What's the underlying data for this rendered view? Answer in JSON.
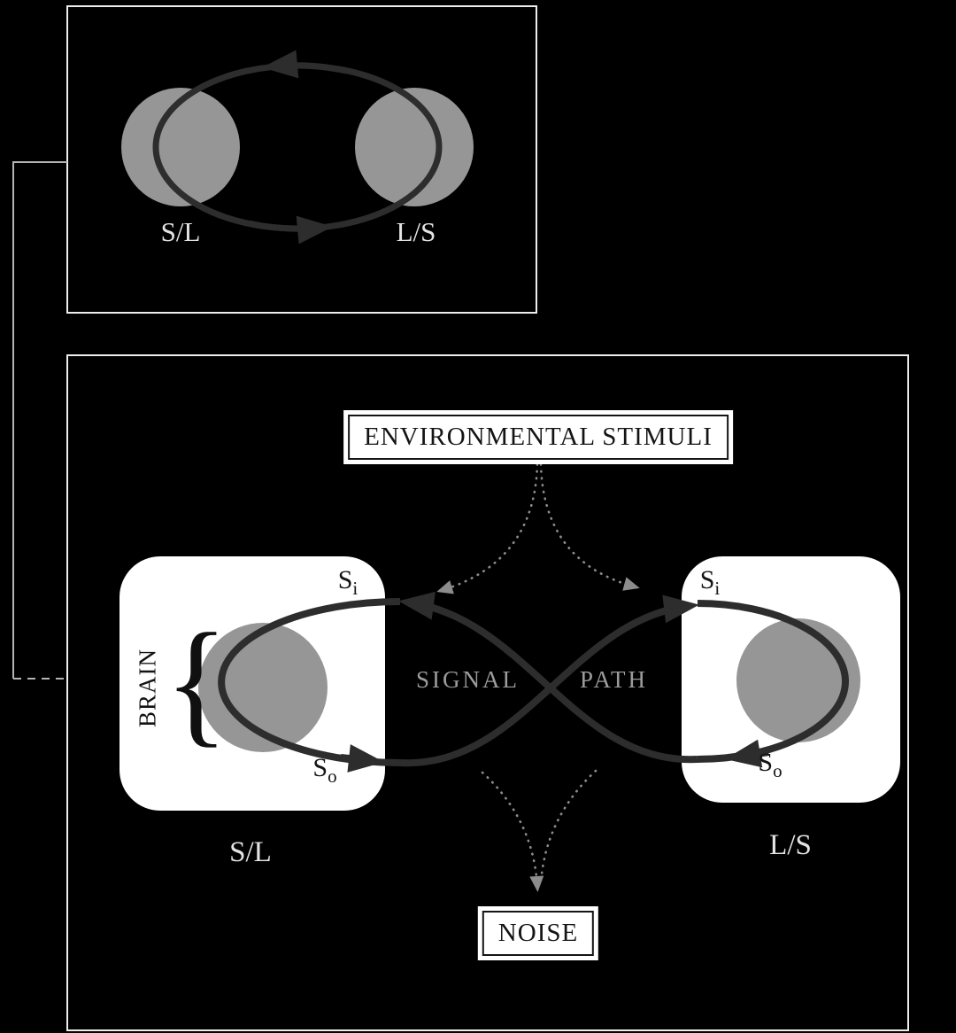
{
  "figure": {
    "top_panel": {
      "left_circle_label": "S/L",
      "right_circle_label": "L/S"
    },
    "main_panel": {
      "stimuli_label": "ENVIRONMENTAL STIMULI",
      "noise_label": "NOISE",
      "signal_path_words": {
        "left": "SIGNAL",
        "right": "PATH"
      },
      "left_organism": {
        "name": "S/L",
        "brain_label": "BRAIN",
        "brace_glyph": "{",
        "signal_in": {
          "base": "S",
          "sub": "i"
        },
        "signal_out": {
          "base": "S",
          "sub": "o"
        }
      },
      "right_organism": {
        "name": "L/S",
        "signal_in": {
          "base": "S",
          "sub": "i"
        },
        "signal_out": {
          "base": "S",
          "sub": "o"
        }
      }
    }
  },
  "colors": {
    "background": "#000000",
    "panel_border": "#ededed",
    "circle_gray": "#969696",
    "arrow_dark": "#2d2d2d",
    "dotted_gray": "#8c8c8c",
    "white": "#ffffff",
    "dark_text": "#141414",
    "light_text": "#e4e4e4",
    "signal_text": "#9c9c9c",
    "connector": "#b4b4b4"
  }
}
